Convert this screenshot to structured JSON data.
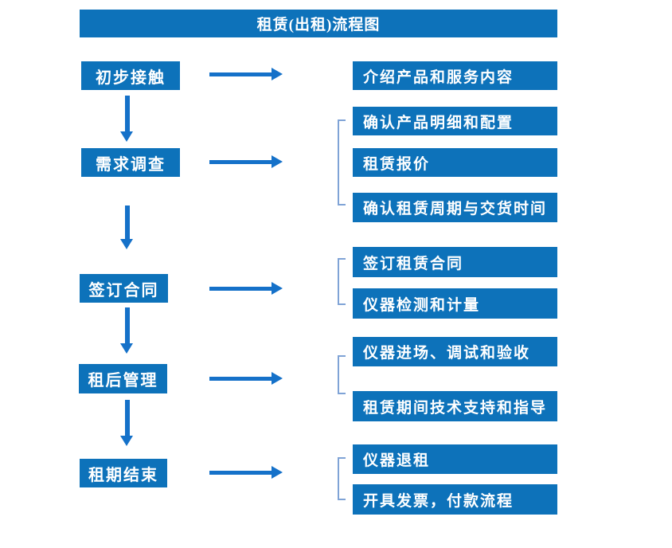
{
  "title": "租赁(出租)流程图",
  "diagram_type": "flowchart",
  "colors": {
    "primary_blue": "#0d72ba",
    "arrow_blue": "#1571c9",
    "bracket_blue": "#7fa3d6",
    "text_white": "#ffffff",
    "background": "#ffffff"
  },
  "flow": [
    {
      "stage": "初步接触",
      "outputs": [
        "介绍产品和服务内容"
      ]
    },
    {
      "stage": "需求调查",
      "outputs": [
        "确认产品明细和配置",
        "租赁报价",
        "确认租赁周期与交货时间"
      ]
    },
    {
      "stage": "签订合同",
      "outputs": [
        "签订租赁合同",
        "仪器检测和计量"
      ]
    },
    {
      "stage": "租后管理",
      "outputs": [
        "仪器进场、调试和验收",
        "租赁期间技术支持和指导"
      ]
    },
    {
      "stage": "租期结束",
      "outputs": [
        "仪器退租",
        "开具发票，付款流程"
      ]
    }
  ]
}
